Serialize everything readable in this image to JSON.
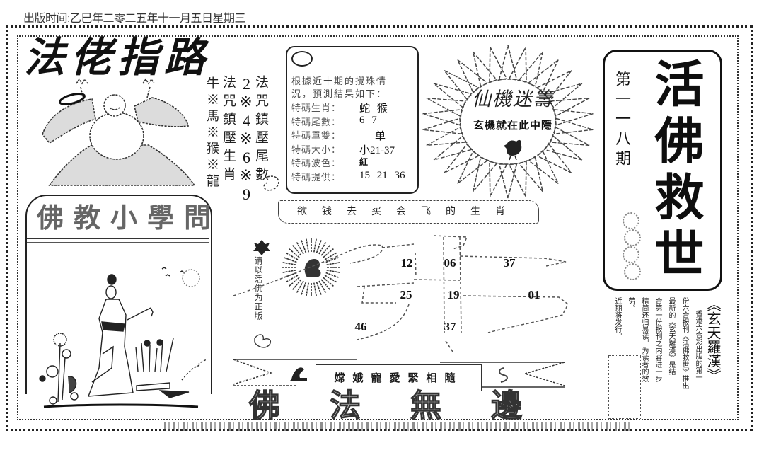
{
  "header": {
    "publish_time": "出版时间:乙巳年二零二五年十一月五日星期三"
  },
  "left_top": {
    "title": "法佬指路",
    "illustration": "laughing-buddha",
    "columns": {
      "tail_label": "法咒鎮壓尾數",
      "tail_values": "2※4※6※9",
      "zodiac_label": "法咒鎮壓生肖",
      "zodiac_values": "牛※馬※猴※龍"
    }
  },
  "prediction_box": {
    "intro_line1": "根據近十期的攪珠情",
    "intro_line2": "況，預測結果如下：",
    "rows": [
      {
        "label": "特碼生肖：",
        "value": "蛇 猴"
      },
      {
        "label": "特碼尾數：",
        "value": "6 7"
      },
      {
        "label": "特碼單雙：",
        "value": "单"
      },
      {
        "label": "特碼大小：",
        "value": "小21-37"
      },
      {
        "label": "特碼波色：",
        "value": "紅"
      },
      {
        "label": "特碼提供：",
        "value": "15 21 36"
      }
    ]
  },
  "sunburst": {
    "title": "仙機迷籌",
    "subtitle": "玄機就在此中隱",
    "icon": "rooster"
  },
  "masthead": {
    "issue": "第一一八期",
    "title": "活佛救世"
  },
  "riddle": {
    "banner": "欲钱去买会飞的生肖",
    "side_note": "请以活佛为正版",
    "icon": "monkey",
    "numbers": [
      "12",
      "06",
      "37",
      "25",
      "19",
      "01",
      "46",
      "37"
    ]
  },
  "ribbon": {
    "text": "嫦娥寵愛緊相隨",
    "left_icon": "monkey",
    "right_icon": "snake"
  },
  "footer_title": "佛法無邊",
  "left_bottom": {
    "title": "佛教小學問",
    "illustration": "lady-in-garden"
  },
  "announcement": {
    "columns": [
      "《玄天羅漢》",
      "香港六合彩出版的第一",
      "份六合报刊《活佛救世》推出",
      "最新的《玄天羅漢》是结",
      "合第一份报刊之内容进一步",
      "精简还归易读。为读者的效劳。"
    ],
    "notice": "近期将发行。"
  },
  "colors": {
    "ink": "#1a1a1a",
    "paper": "#ffffff",
    "faded": "#666666"
  }
}
